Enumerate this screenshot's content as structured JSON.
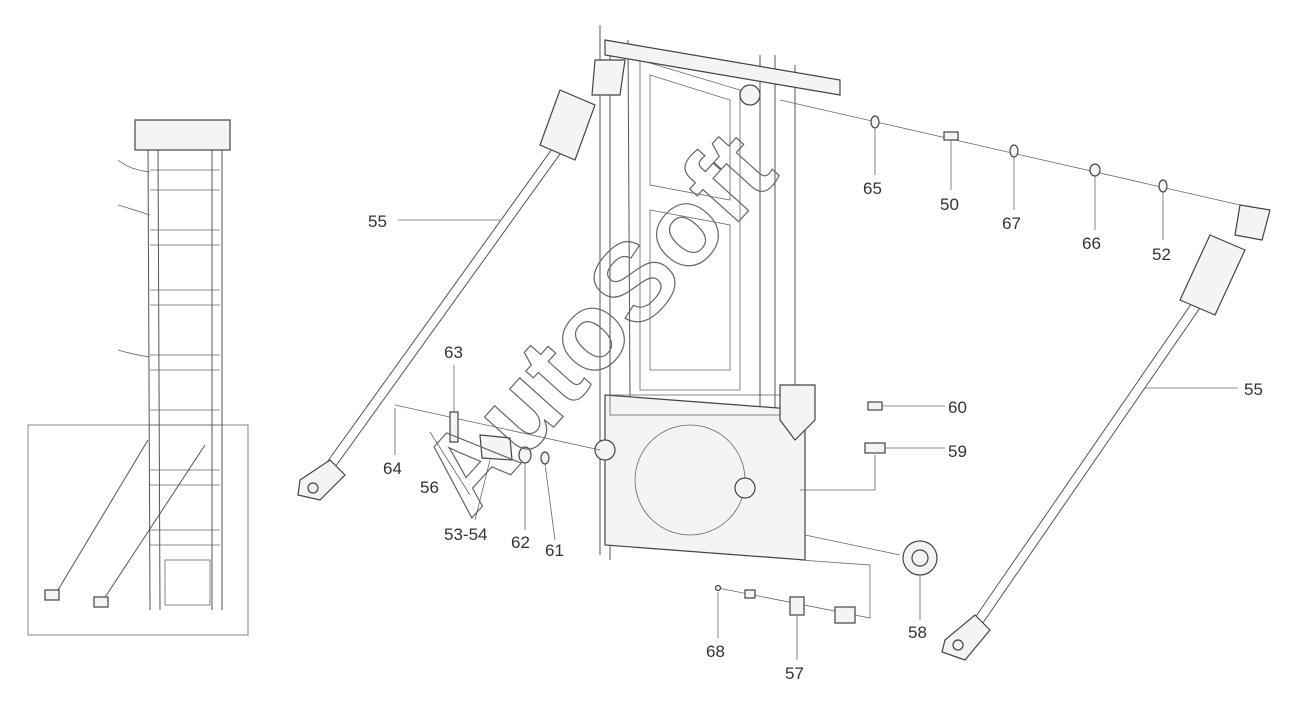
{
  "watermark": "AutoSoft",
  "callouts": {
    "c55a": "55",
    "c55b": "55",
    "c65": "65",
    "c50": "50",
    "c67": "67",
    "c66": "66",
    "c52": "52",
    "c63": "63",
    "c64": "64",
    "c56": "56",
    "c5354": "53-54",
    "c62": "62",
    "c61": "61",
    "c60": "60",
    "c59": "59",
    "c58": "58",
    "c68": "68",
    "c57": "57"
  }
}
